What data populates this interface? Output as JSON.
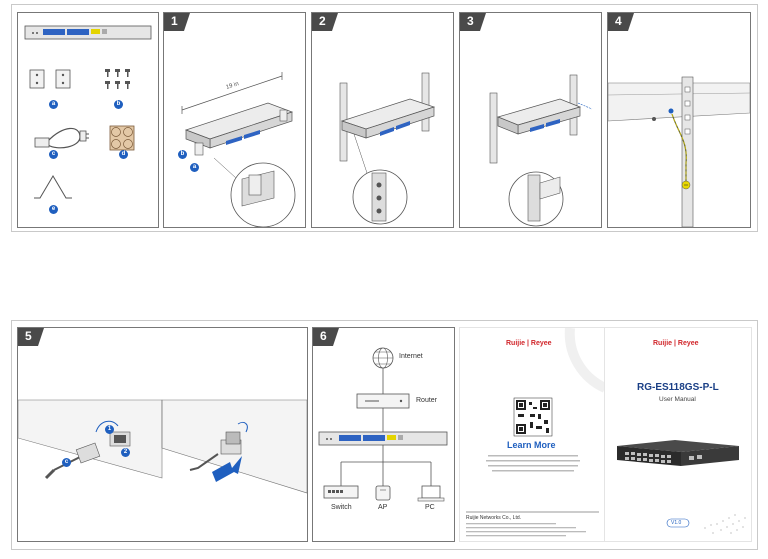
{
  "colors": {
    "brand_red": "#d1262b",
    "accent_blue": "#1f5fbf",
    "port_blue": "#2e63c2",
    "ground_yellow": "#d4c300",
    "step_badge": "#4a4a4a"
  },
  "steps": [
    {
      "number": "1"
    },
    {
      "number": "2"
    },
    {
      "number": "3"
    },
    {
      "number": "4"
    },
    {
      "number": "5"
    },
    {
      "number": "6"
    }
  ],
  "parts": {
    "a": "a",
    "b": "b",
    "c": "c",
    "d": "d",
    "e": "e"
  },
  "step1": {
    "dimension": "19 in",
    "label_b": "b",
    "label_a": "a"
  },
  "step5": {
    "callout_1": "1",
    "callout_2": "2",
    "label_c": "c"
  },
  "topology": {
    "internet": "Internet",
    "router": "Router",
    "switch": "Switch",
    "ap": "AP",
    "pc": "PC"
  },
  "back_cover": {
    "logo": "Ruijie | Reyee",
    "learn_more": "Learn More",
    "company": "Ruijie Networks Co., Ltd."
  },
  "front_cover": {
    "logo": "Ruijie | Reyee",
    "model": "RG-ES118GS-P-L",
    "doc_type": "User Manual",
    "version": "V1.0"
  }
}
